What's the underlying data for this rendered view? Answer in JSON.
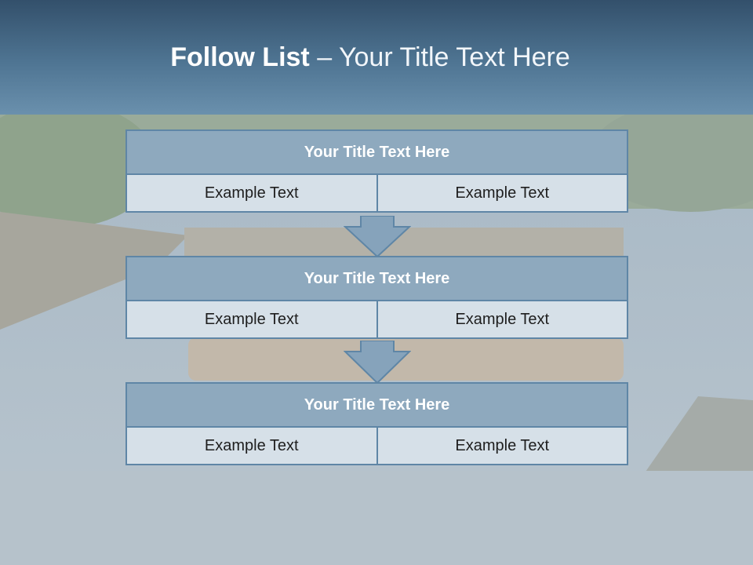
{
  "slide": {
    "heading_bold": "Follow List",
    "heading_rest": " – Your Title Text Here"
  },
  "steps": [
    {
      "title": "Your Title Text Here",
      "left": "Example Text",
      "right": "Example Text"
    },
    {
      "title": "Your Title Text Here",
      "left": "Example Text",
      "right": "Example Text"
    },
    {
      "title": "Your Title Text Here",
      "left": "Example Text",
      "right": "Example Text"
    }
  ],
  "colors": {
    "header": "#4f7593",
    "title_bar": "#8ea9be",
    "cell": "#d6e0e8",
    "border": "#5f86a6",
    "arrow": "#86a3bb"
  },
  "icons": [
    "down-arrow-icon",
    "down-arrow-icon"
  ]
}
